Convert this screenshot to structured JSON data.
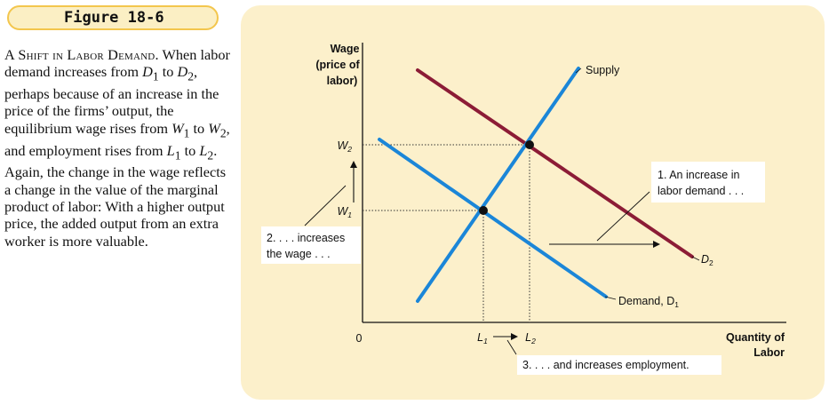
{
  "figure_label": "Figure 18-6",
  "caption": {
    "title": "A Shift in Labor Demand.",
    "body_parts": [
      " When labor demand increases from ",
      "D",
      "1",
      " to ",
      "D",
      "2",
      ", perhaps because of an increase in the price of the firms’ output, the equilibrium wage rises from ",
      "W",
      "1",
      " to ",
      "W",
      "2",
      ", and employment rises from ",
      "L",
      "1",
      " to ",
      "L",
      "2",
      ". Again, the change in the wage reflects a change in the value of the marginal product of labor: With a higher output price, the added output from an extra worker is more valuable."
    ]
  },
  "chart_data": {
    "type": "line",
    "title": "",
    "ylabel_lines": [
      "Wage",
      "(price of",
      "labor)"
    ],
    "xlabel_lines": [
      "Quantity of",
      "Labor"
    ],
    "origin_label": "0",
    "ticks": {
      "y": [
        {
          "main": "W",
          "sub": "2"
        },
        {
          "main": "W",
          "sub": "1"
        }
      ],
      "x": [
        {
          "main": "L",
          "sub": "1"
        },
        {
          "main": "L",
          "sub": "2"
        }
      ]
    },
    "series": [
      {
        "name": "Supply",
        "color": "#1b86d8"
      },
      {
        "name": "Demand, D1",
        "label_main": "Demand, D",
        "label_sub": "1",
        "color": "#1b86d8"
      },
      {
        "name": "D2",
        "label_main": "D",
        "label_sub": "2",
        "color": "#8c1c36"
      }
    ],
    "annotations": [
      {
        "id": "demand_increase",
        "lines": [
          "1. An increase in",
          "labor demand . . ."
        ]
      },
      {
        "id": "wage_increase",
        "lines": [
          "2. . . . increases",
          "the wage . . ."
        ]
      },
      {
        "id": "employment_increase",
        "lines": [
          "3. . . . and increases employment."
        ]
      }
    ],
    "equilibria": [
      {
        "wage": "W1",
        "quantity": "L1"
      },
      {
        "wage": "W2",
        "quantity": "L2"
      }
    ]
  }
}
